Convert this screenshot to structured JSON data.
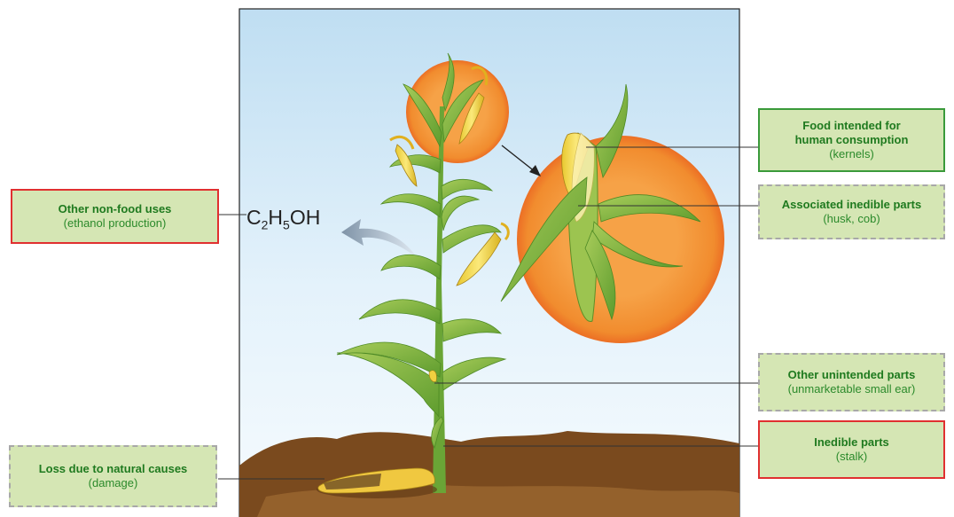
{
  "labels": {
    "food_human": {
      "title_lines": [
        "Food intended for",
        "human consumption"
      ],
      "subtitle": "(kernels)"
    },
    "inedible_assoc": {
      "title": "Associated inedible parts",
      "subtitle": "(husk, cob)"
    },
    "non_food": {
      "title": "Other non-food uses",
      "subtitle": "(ethanol production)"
    },
    "unintended": {
      "title": "Other unintended parts",
      "subtitle": "(unmarketable small ear)"
    },
    "inedible_stalk": {
      "title": "Inedible parts",
      "subtitle": "(stalk)"
    },
    "natural_loss": {
      "title": "Loss due to natural causes",
      "subtitle": "(damage)"
    }
  },
  "formula": {
    "c": "C",
    "c_sub": "2",
    "h": "H",
    "h_sub": "5",
    "oh": "OH"
  },
  "colors": {
    "label_fill": "#d5e6b4",
    "border_green": "#3a9a3a",
    "border_red": "#e03030",
    "border_gray": "#a8a8a8",
    "sky_top": "#c2e0f3",
    "soil": "#7a4a1e",
    "circle": "#f29a3a"
  }
}
